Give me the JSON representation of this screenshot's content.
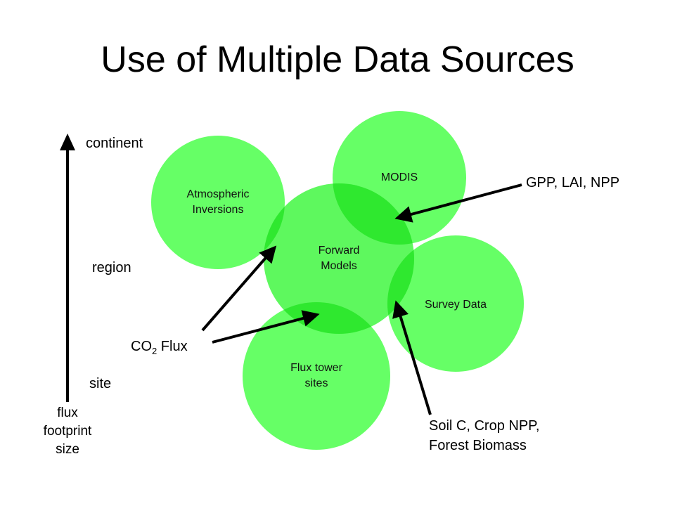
{
  "title": "Use of Multiple Data Sources",
  "scale": {
    "continent": "continent",
    "region": "region",
    "site": "site",
    "axis_label": [
      "flux",
      "footprint",
      "size"
    ]
  },
  "circles": {
    "atmospheric": [
      "Atmospheric",
      "Inversions"
    ],
    "modis": "MODIS",
    "forward": [
      "Forward",
      "Models"
    ],
    "survey": "Survey Data",
    "flux_tower": [
      "Flux tower",
      "sites"
    ]
  },
  "annotations": {
    "gpp": "GPP, LAI, NPP",
    "co2_prefix": "CO",
    "co2_sub": "2",
    "co2_suffix": " Flux",
    "soil": [
      "Soil C, Crop NPP,",
      "Forest Biomass"
    ]
  },
  "colors": {
    "circle_fill": "#66ff66",
    "overlap_fill": "#33ee33",
    "arrow": "#000000"
  }
}
